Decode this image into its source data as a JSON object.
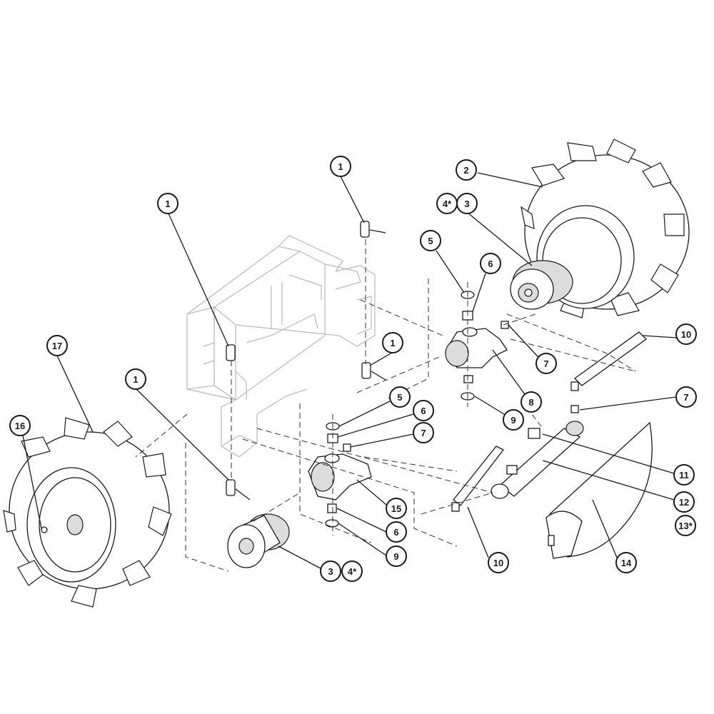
{
  "callouts": [
    {
      "id": "c1a",
      "label": "1"
    },
    {
      "id": "c1b",
      "label": "1"
    },
    {
      "id": "c1c",
      "label": "1"
    },
    {
      "id": "c1d",
      "label": "1"
    },
    {
      "id": "c2",
      "label": "2"
    },
    {
      "id": "c4a",
      "label": "4*"
    },
    {
      "id": "c3a",
      "label": "3"
    },
    {
      "id": "c5a",
      "label": "5"
    },
    {
      "id": "c6a",
      "label": "6"
    },
    {
      "id": "c7a",
      "label": "7"
    },
    {
      "id": "c8",
      "label": "8"
    },
    {
      "id": "c9a",
      "label": "9"
    },
    {
      "id": "c10a",
      "label": "10"
    },
    {
      "id": "c7b",
      "label": "7"
    },
    {
      "id": "c17",
      "label": "17"
    },
    {
      "id": "c16",
      "label": "16"
    },
    {
      "id": "c5b",
      "label": "5"
    },
    {
      "id": "c6b",
      "label": "6"
    },
    {
      "id": "c7c",
      "label": "7"
    },
    {
      "id": "c15",
      "label": "15"
    },
    {
      "id": "c6c",
      "label": "6"
    },
    {
      "id": "c9b",
      "label": "9"
    },
    {
      "id": "c3b",
      "label": "3"
    },
    {
      "id": "c4b",
      "label": "4*"
    },
    {
      "id": "c10b",
      "label": "10"
    },
    {
      "id": "c11",
      "label": "11"
    },
    {
      "id": "c12",
      "label": "12"
    },
    {
      "id": "c13",
      "label": "13*"
    },
    {
      "id": "c14",
      "label": "14"
    }
  ]
}
